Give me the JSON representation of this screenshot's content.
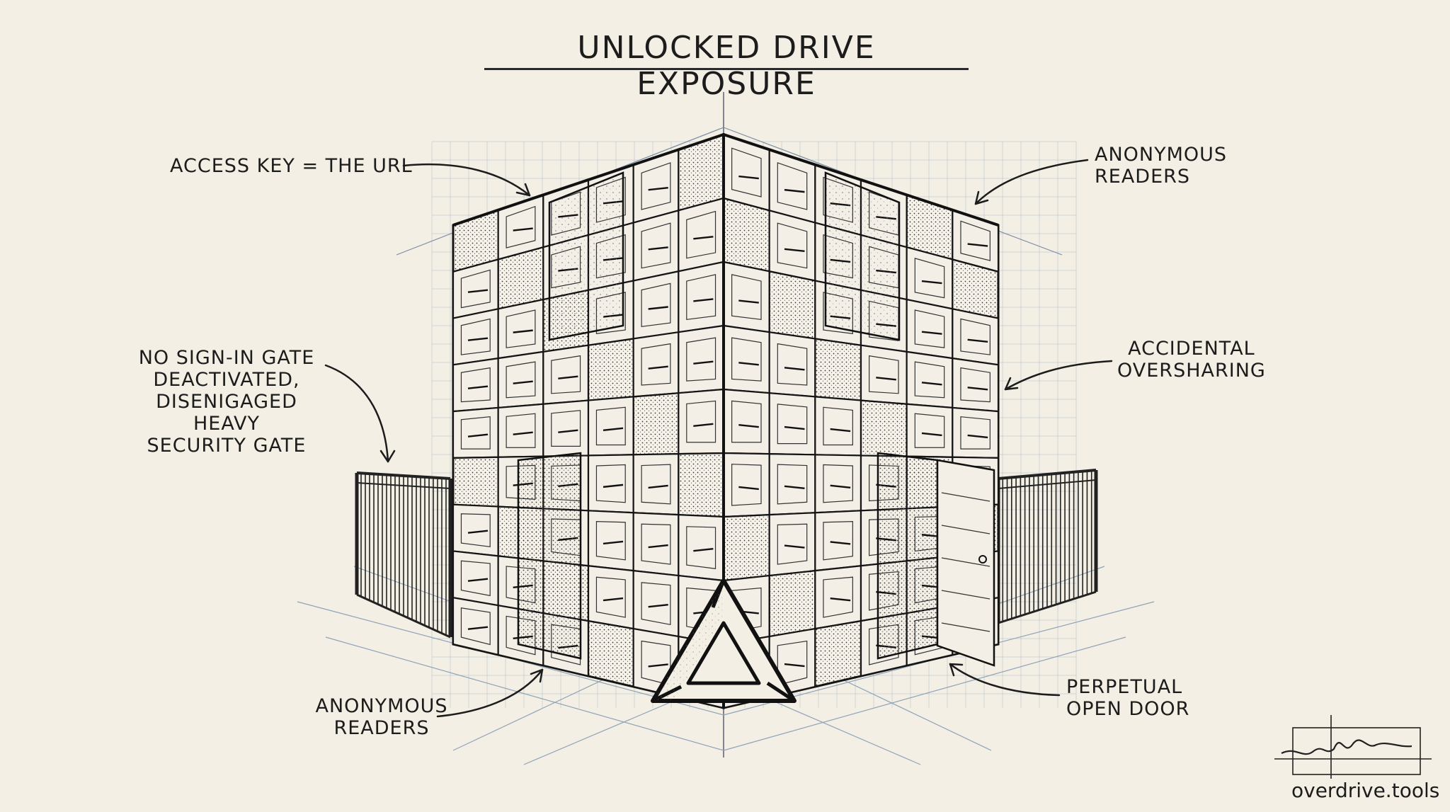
{
  "title": "UNLOCKED DRIVE EXPOSURE",
  "labels": {
    "access_key": "ACCESS KEY = THE URL",
    "anonymous_top": "ANONYMOUS\nREADERS",
    "gate": "NO SIGN-IN GATE\nDEACTIVATED,\nDISENIGAGED HEAVY\nSECURITY GATE",
    "oversharing": "ACCIDENTAL\nOVERSHARING",
    "anonymous_bottom": "ANONYMOUS\nREADERS",
    "open_door": "PERPETUAL\nOPEN DOOR"
  },
  "brand": "overdrive.tools",
  "colors": {
    "ink": "#1c1c1c",
    "paper": "#f4efe4",
    "grid": "#9fb3c8"
  },
  "icons": [
    "drive-logo-icon",
    "signature-icon"
  ]
}
